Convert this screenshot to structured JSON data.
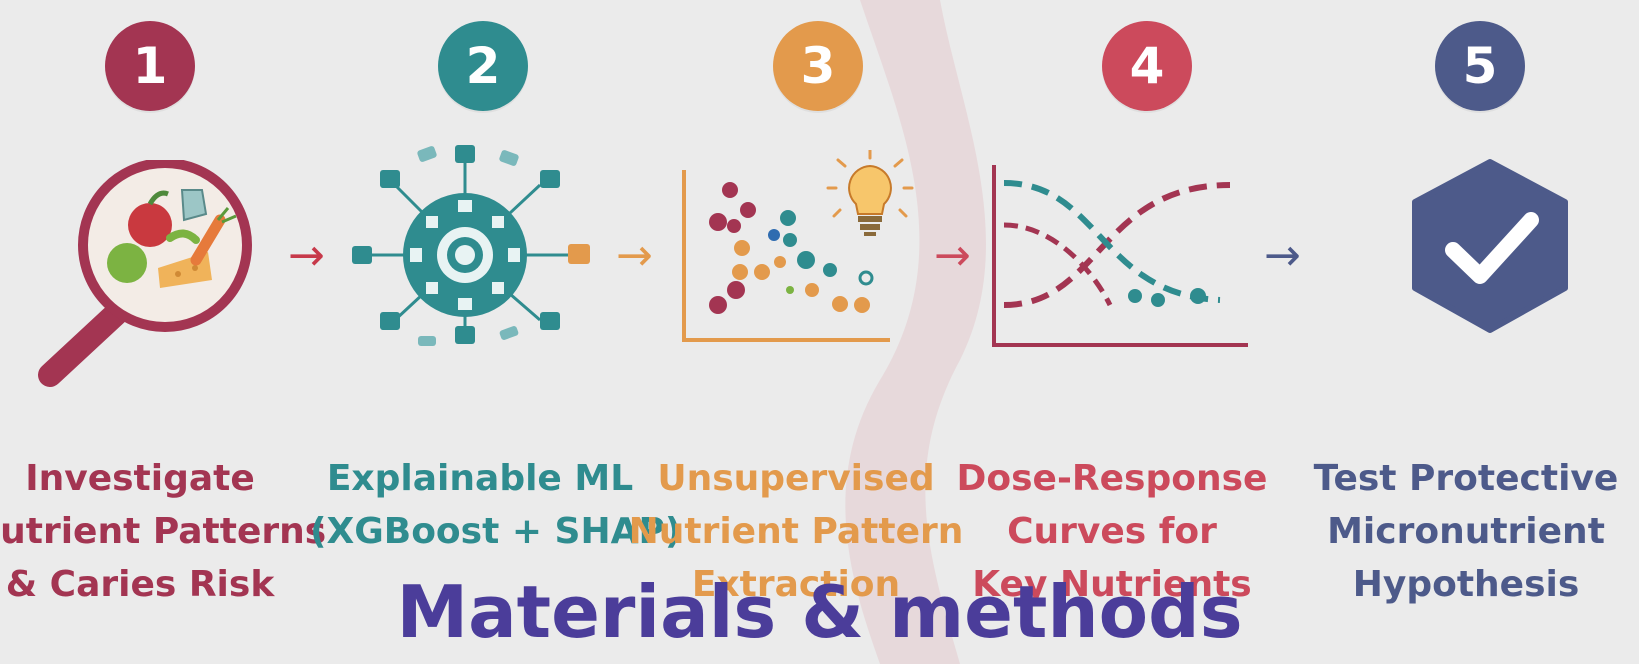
{
  "colors": {
    "step1": "#a33552",
    "step2": "#2f8c8f",
    "step3": "#e39a4c",
    "step4": "#cc4a5c",
    "step5": "#4d5a8a",
    "title": "#4b3d9a"
  },
  "steps": [
    {
      "number": "1",
      "icon": "magnifier-food-icon",
      "lines": [
        "Investigate",
        "Nutrient Patterns",
        "& Caries Risk"
      ]
    },
    {
      "number": "2",
      "icon": "gear-network-icon",
      "lines": [
        "Explainable ML",
        "(XGBoost + SHAP)"
      ]
    },
    {
      "number": "3",
      "icon": "scatter-lightbulb-icon",
      "lines": [
        "Unsupervised",
        "Nutrient Pattern",
        "Extraction"
      ]
    },
    {
      "number": "4",
      "icon": "dose-response-curve-icon",
      "lines": [
        "Dose-Response",
        "Curves for",
        "Key Nutrients"
      ]
    },
    {
      "number": "5",
      "icon": "shield-check-icon",
      "lines": [
        "Test Protective",
        "Micronutrient",
        "Hypothesis"
      ]
    }
  ],
  "arrows": [
    "→",
    "→",
    "→",
    "→"
  ],
  "title": "Materials & methods"
}
